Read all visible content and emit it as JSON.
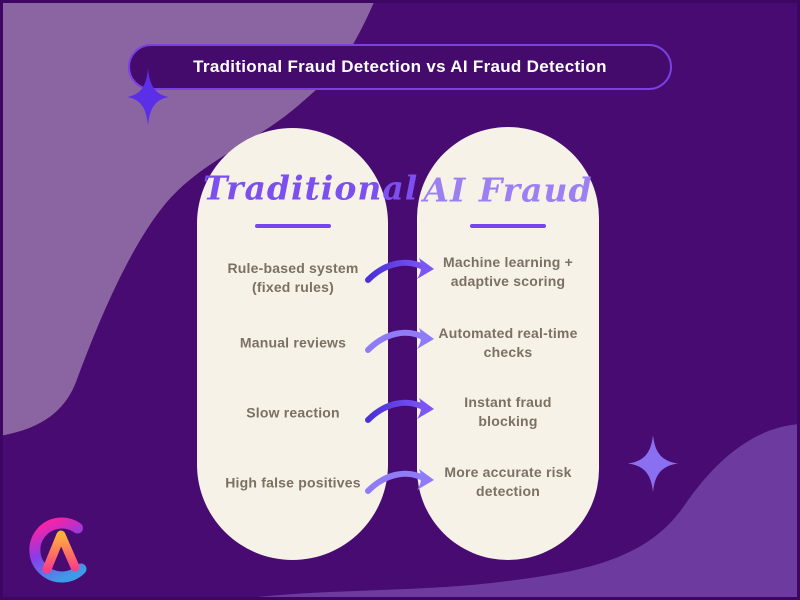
{
  "title": "Traditional Fraud Detection vs AI Fraud Detection",
  "comparison": {
    "left_header": "Traditional",
    "right_header": "AI Fraud",
    "rows": [
      {
        "left": "Rule-based system\n(fixed rules)",
        "right": "Machine learning +\nadaptive scoring"
      },
      {
        "left": "Manual reviews",
        "right": "Automated real-time\nchecks"
      },
      {
        "left": "Slow reaction",
        "right": "Instant fraud\nblocking"
      },
      {
        "left": "High false positives",
        "right": "More accurate risk\ndetection"
      }
    ]
  },
  "icons": {
    "arrow": "curved-right-arrow",
    "sparkle": "four-point-sparkle",
    "logo": "ca-monogram-logo"
  },
  "colors": {
    "background": "#470B72",
    "blob_light_mauve": "#8B65A1",
    "blob_medium_purple": "#6D3BA0",
    "card_cream": "#F7F2E8",
    "banner_fill": "#440A6C",
    "banner_border": "#7B3FE4",
    "banner_text": "#FFFFFF",
    "header_purple": "#7C4FF0",
    "header_purple_light": "#9C80F2",
    "underline": "#7445F0",
    "body_text": "#7A7063",
    "arrow_dark": "#5036DD",
    "arrow_light": "#8F7BF7",
    "sparkle_dark": "#5B2FE8",
    "sparkle_light": "#8A70F0"
  }
}
